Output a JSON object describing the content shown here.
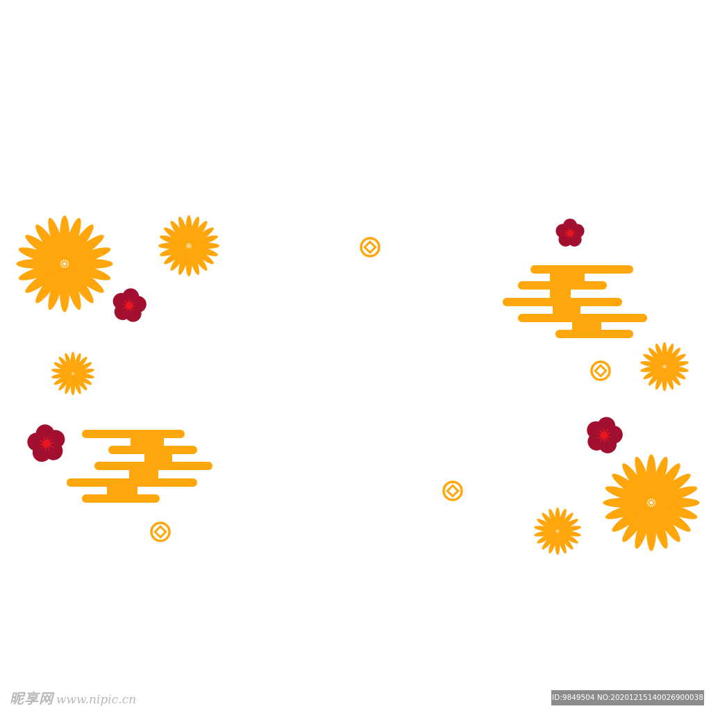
{
  "colors": {
    "background": "#ffffff",
    "orange": "#ffa60c",
    "crimson": "#a3102f",
    "red_center": "#e81623"
  },
  "icons": {
    "chrysanthemum": "chrysanthemum-icon",
    "plum_blossom": "plum-blossom-icon",
    "auspicious_cloud": "auspicious-cloud-icon",
    "coin": "coin-icon"
  },
  "watermark": {
    "site_name": "昵享网",
    "site_url": "www.nipic.cn",
    "id_text": "ID:9849504 NO:20201215140026900038"
  }
}
